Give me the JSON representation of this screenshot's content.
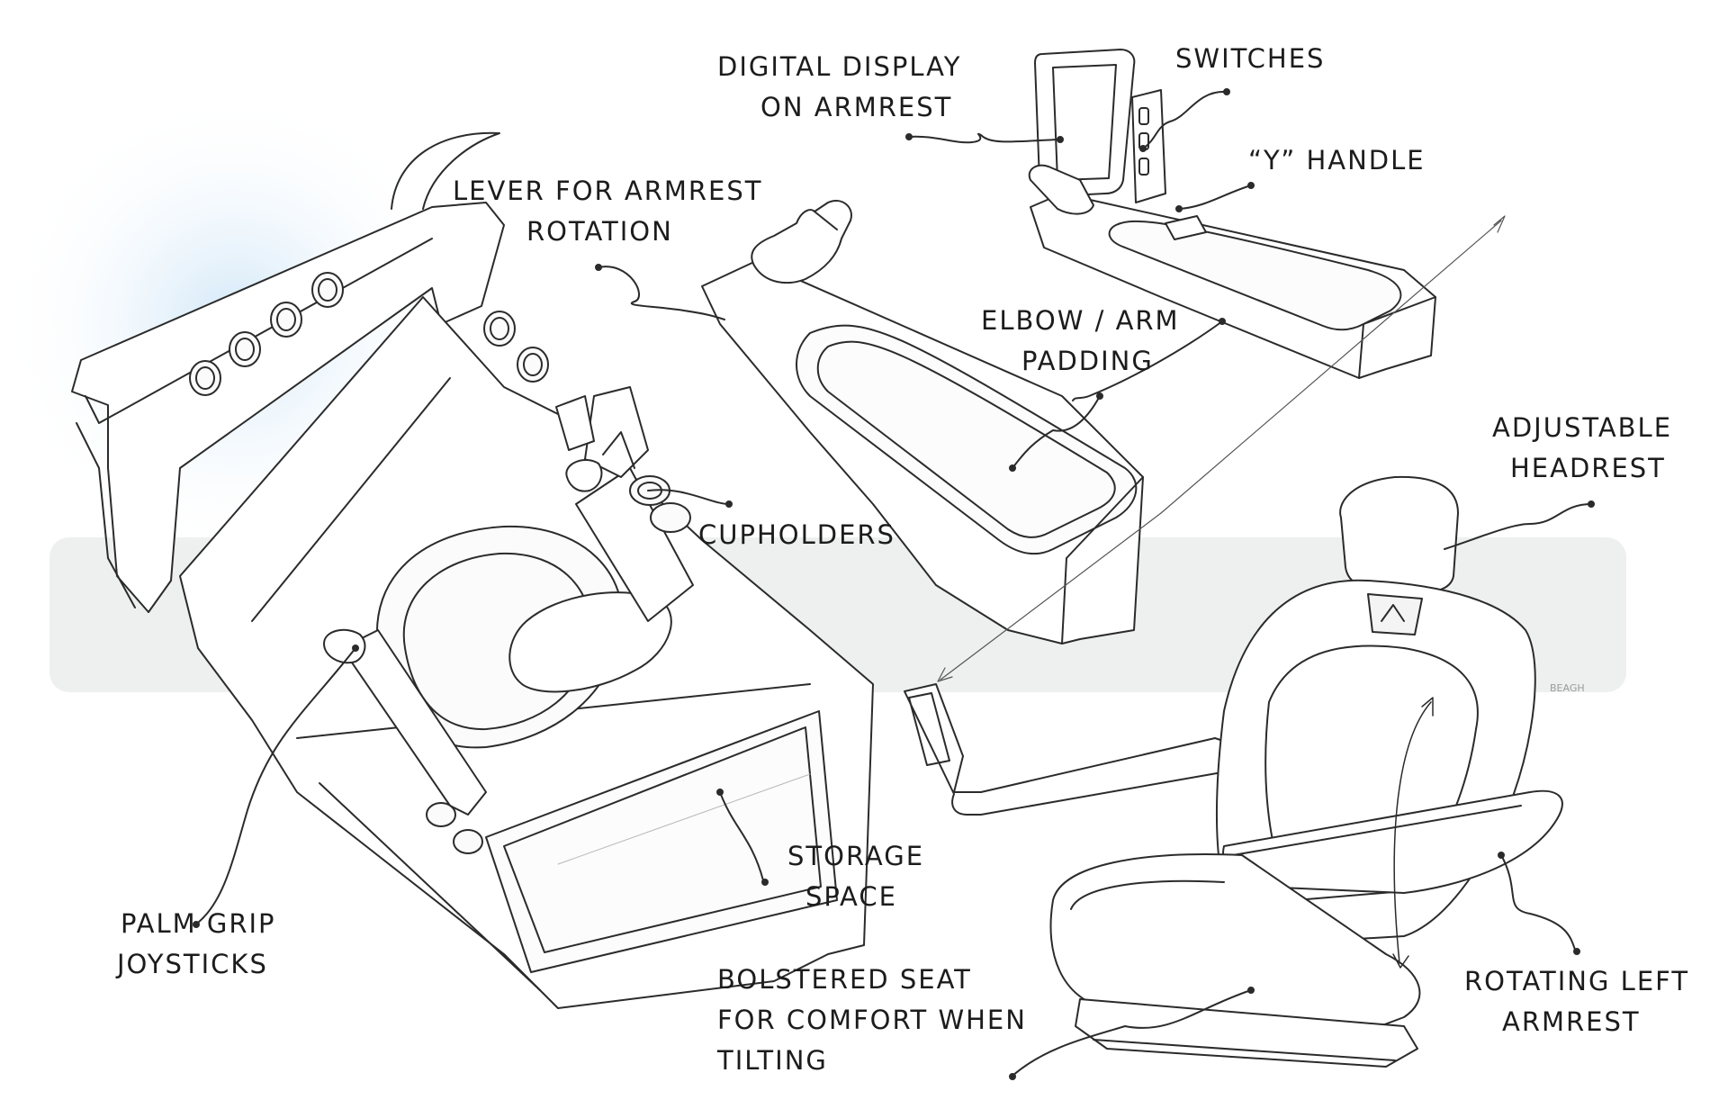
{
  "labels": {
    "digital_display": [
      "DIGITAL DISPLAY",
      "ON ARMREST"
    ],
    "switches": [
      "SWITCHES"
    ],
    "y_handle": [
      "“Y” HANDLE"
    ],
    "lever": [
      "LEVER FOR ARMREST",
      "ROTATION"
    ],
    "elbow": [
      "ELBOW / ARM",
      "PADDING"
    ],
    "headrest": [
      "ADJUSTABLE",
      "HEADREST"
    ],
    "cupholders": [
      "CUPHOLDERS"
    ],
    "storage": [
      "STORAGE",
      "SPACE"
    ],
    "palm_grip": [
      "PALM GRIP",
      "JOYSTICKS"
    ],
    "bolstered": [
      "BOLSTERED SEAT",
      "FOR COMFORT WHEN",
      "TILTING"
    ],
    "rotating": [
      "ROTATING LEFT",
      "ARMREST"
    ]
  },
  "signature": "BEAGH",
  "colors": {
    "ink": "#2b2b2b",
    "band": "#edf0ee",
    "glow": "#d8ecf8"
  }
}
